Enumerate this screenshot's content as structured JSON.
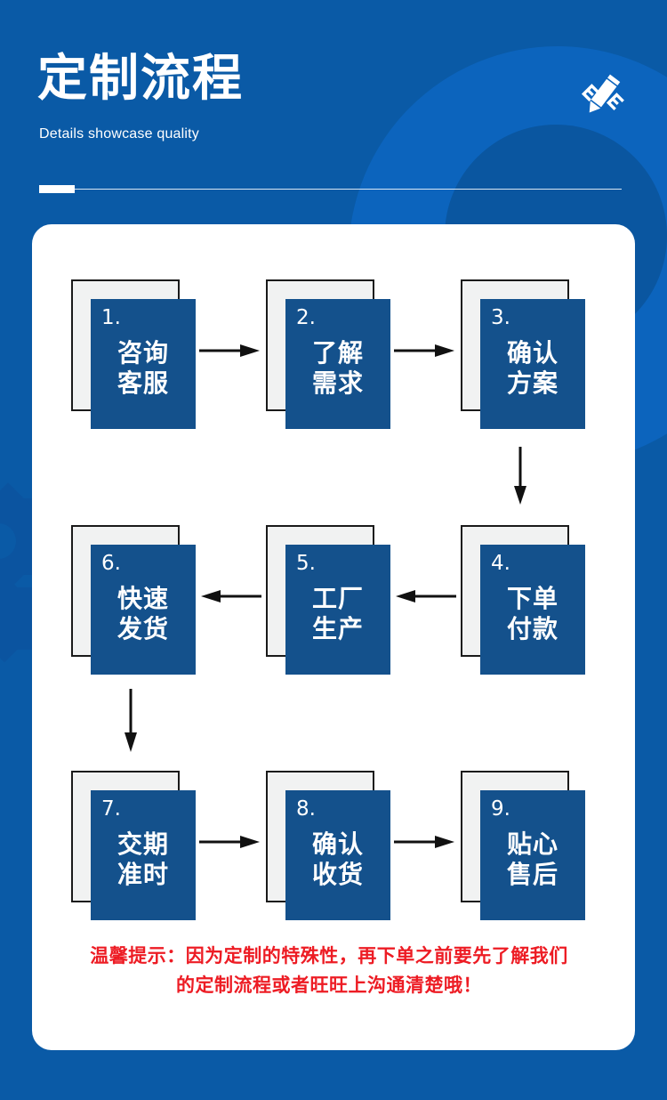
{
  "header": {
    "title": "定制流程",
    "subtitle": "Details showcase quality",
    "icon": "pencil-ruler-icon"
  },
  "colors": {
    "background_blue": "#0a5aa6",
    "ring_light_blue": "#0c64bd",
    "ring_dark_blue": "#0a56a0",
    "card_blue": "#14518c",
    "paper_gray": "#f1f2f2",
    "paper_border": "#1a1a1a",
    "panel_white": "#ffffff",
    "tip_red": "#ed1c24"
  },
  "flow": {
    "steps": [
      {
        "number": "1.",
        "line1": "咨询",
        "line2": "客服"
      },
      {
        "number": "2.",
        "line1": "了解",
        "line2": "需求"
      },
      {
        "number": "3.",
        "line1": "确认",
        "line2": "方案"
      },
      {
        "number": "4.",
        "line1": "下单",
        "line2": "付款"
      },
      {
        "number": "5.",
        "line1": "工厂",
        "line2": "生产"
      },
      {
        "number": "6.",
        "line1": "快速",
        "line2": "发货"
      },
      {
        "number": "7.",
        "line1": "交期",
        "line2": "准时"
      },
      {
        "number": "8.",
        "line1": "确认",
        "line2": "收货"
      },
      {
        "number": "9.",
        "line1": "贴心",
        "line2": "售后"
      }
    ],
    "connectors": [
      {
        "name": "arrow-1-to-2",
        "direction": "right"
      },
      {
        "name": "arrow-2-to-3",
        "direction": "right"
      },
      {
        "name": "arrow-3-to-4",
        "direction": "down"
      },
      {
        "name": "arrow-4-to-5",
        "direction": "left"
      },
      {
        "name": "arrow-5-to-6",
        "direction": "left"
      },
      {
        "name": "arrow-6-to-7",
        "direction": "down"
      },
      {
        "name": "arrow-7-to-8",
        "direction": "right"
      },
      {
        "name": "arrow-8-to-9",
        "direction": "right"
      }
    ]
  },
  "tip": {
    "line1": "温馨提示：因为定制的特殊性，再下单之前要先了解我们",
    "line2": "的定制流程或者旺旺上沟通清楚哦！"
  }
}
